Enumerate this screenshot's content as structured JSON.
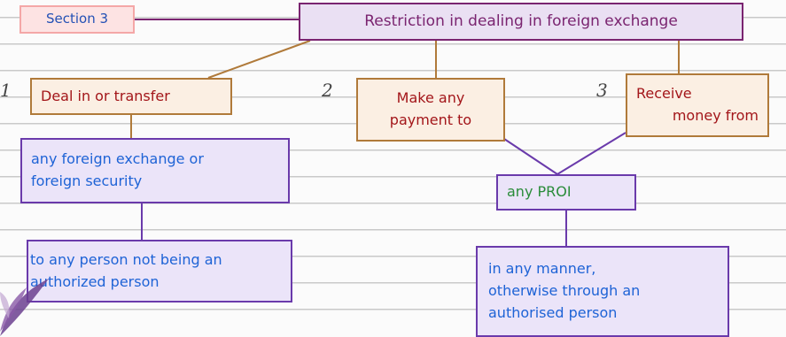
{
  "section": "Section 3",
  "title": "Restriction in dealing in foreign exchange",
  "branches": [
    {
      "number": "1",
      "lines": [
        "Deal in or transfer"
      ]
    },
    {
      "number": "2",
      "lines": [
        "Make any",
        "payment to"
      ]
    },
    {
      "number": "3",
      "lines": [
        "Receive",
        "money from"
      ]
    }
  ],
  "foreign_exchange": [
    "any foreign exchange or",
    "foreign security"
  ],
  "not_authorized": [
    "to any person not being an",
    "authorized person"
  ],
  "proi": "any PROI",
  "manner": [
    "in any manner,",
    "otherwise through an",
    "authorised person"
  ],
  "colors": {
    "section_border": "#f4a7a7",
    "title_border": "#7a2470",
    "brown_border": "#b07a3a",
    "purple_border": "#6a3aab",
    "red_text": "#a3161a",
    "blue_text": "#1e63d6",
    "green_text": "#2a8c3a"
  }
}
